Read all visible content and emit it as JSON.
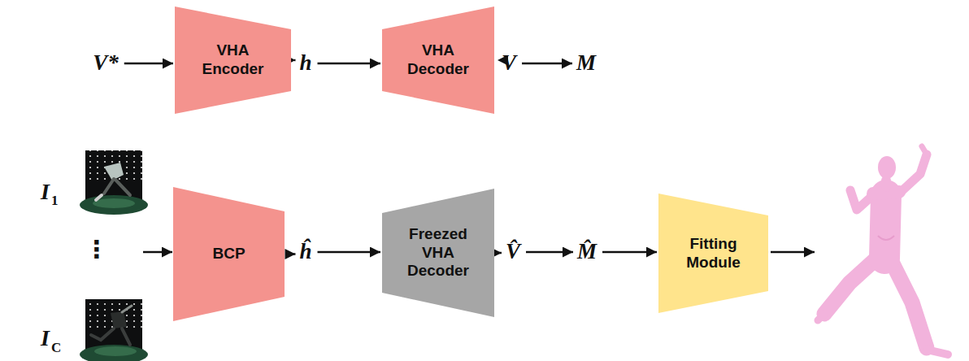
{
  "diagram": {
    "nodes": [
      {
        "text": [
          "V*"
        ]
      },
      {
        "text": [
          "VHA Encoder"
        ]
      },
      {
        "text": [
          "h"
        ]
      },
      {
        "text": [
          "VHA Decoder"
        ]
      },
      {
        "text": [
          "V"
        ]
      },
      {
        "text": [
          "M"
        ]
      },
      {
        "text": [
          "BCP"
        ]
      },
      {
        "text": [
          "ĥ"
        ]
      },
      {
        "text": [
          "Freezed VHA Decoder"
        ]
      },
      {
        "text": [
          "V̂"
        ]
      },
      {
        "text": [
          "M̂"
        ]
      },
      {
        "text": [
          "Fitting Module"
        ]
      }
    ],
    "edges": [
      {
        "from": 0,
        "to": 1,
        "arrow": "to"
      },
      {
        "from": 1,
        "to": 2,
        "arrow": "to"
      },
      {
        "from": 2,
        "to": 3,
        "arrow": "to"
      },
      {
        "from": 3,
        "to": 4,
        "arrow": "to"
      },
      {
        "from": 4,
        "to": 5,
        "arrow": "to"
      },
      {
        "from": 6,
        "to": 7,
        "arrow": "to"
      },
      {
        "from": 7,
        "to": 8,
        "arrow": "to"
      },
      {
        "from": 8,
        "to": 9,
        "arrow": "to"
      },
      {
        "from": 9,
        "to": 10,
        "arrow": "to"
      },
      {
        "from": 10,
        "to": 11,
        "arrow": "to"
      }
    ],
    "labels": [
      "I",
      "1",
      "⋮",
      "I",
      "C"
    ]
  }
}
